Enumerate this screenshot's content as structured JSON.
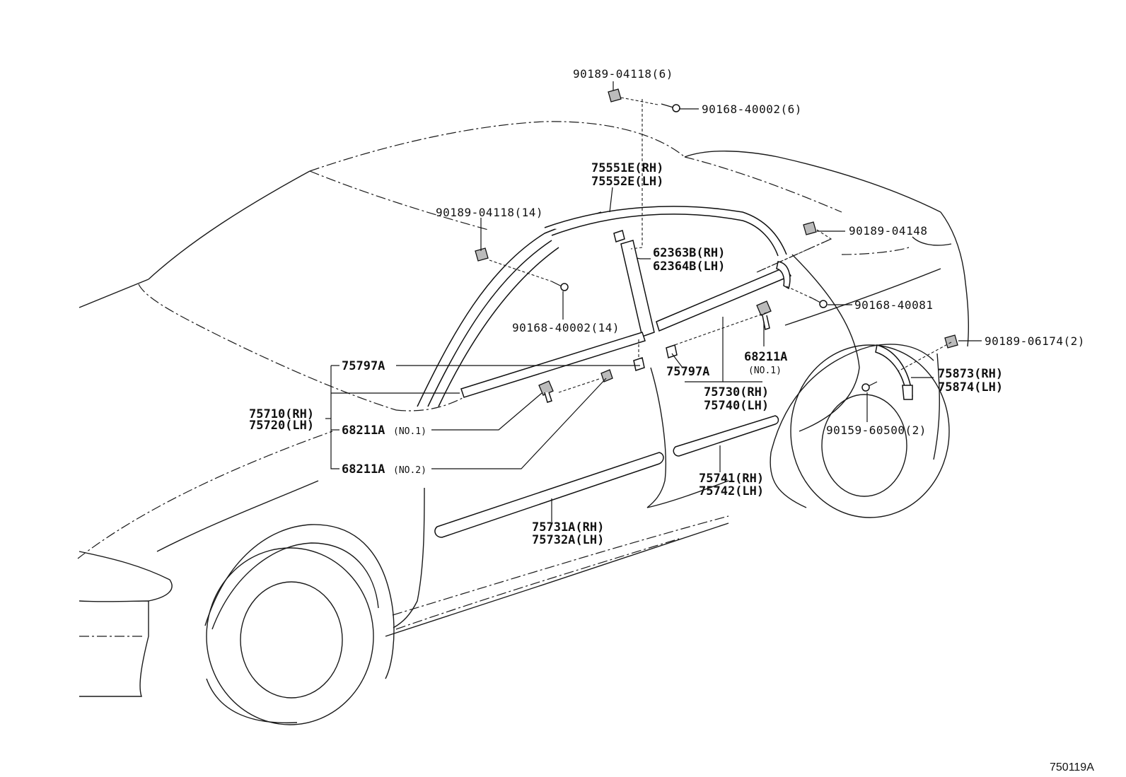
{
  "figure_id": "750119A",
  "callouts": {
    "c1": "90189-04118(6)",
    "c2": "90168-40002(6)",
    "c3_rh": "75551E(RH)",
    "c3_lh": "75552E(LH)",
    "c4": "90189-04118(14)",
    "c5": "90189-04148",
    "c6_rh": "62363B(RH)",
    "c6_lh": "62364B(LH)",
    "c7": "90168-40081",
    "c8": "90168-40002(14)",
    "c9": "68211A",
    "c9_sub": "(NO.1)",
    "c10": "90189-06174(2)",
    "c11": "75797A",
    "c12": "75797A",
    "c13_rh": "75873(RH)",
    "c13_lh": "75874(LH)",
    "c14_rh": "75710(RH)",
    "c14_lh": "75720(LH)",
    "c15_rh": "75730(RH)",
    "c15_lh": "75740(LH)",
    "c16": "90159-60500(2)",
    "c17": "68211A",
    "c17_sub": "(NO.1)",
    "c18": "68211A",
    "c18_sub": "(NO.2)",
    "c19_rh": "75741(RH)",
    "c19_lh": "75742(LH)",
    "c20_rh": "75731A(RH)",
    "c20_lh": "75732A(LH)"
  }
}
